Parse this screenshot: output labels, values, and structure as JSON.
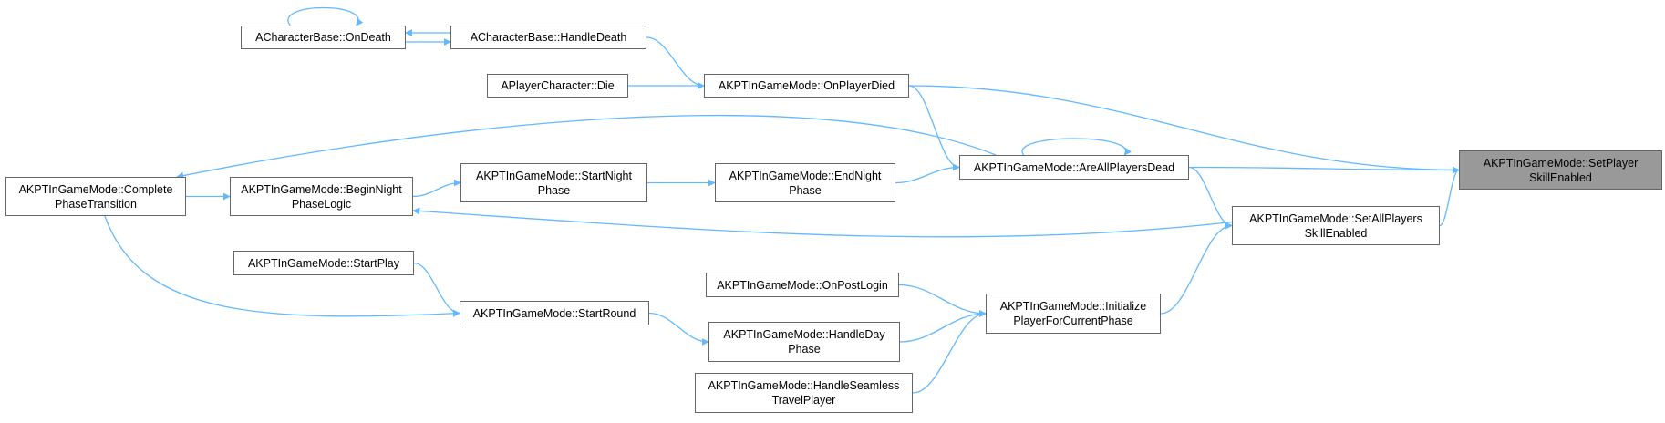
{
  "diagram": {
    "edge_color": "#63b8ff",
    "node_border_color": "#666666",
    "highlight_fill": "#999999",
    "nodes": [
      {
        "id": "on_death",
        "label": "ACharacterBase::OnDeath"
      },
      {
        "id": "handle_death",
        "label": "ACharacterBase::HandleDeath"
      },
      {
        "id": "die",
        "label": "APlayerCharacter::Die"
      },
      {
        "id": "on_player_died",
        "label": "AKPTInGameMode::OnPlayerDied"
      },
      {
        "id": "complete_phase",
        "label": "AKPTInGameMode::Complete\nPhaseTransition"
      },
      {
        "id": "begin_night",
        "label": "AKPTInGameMode::BeginNight\nPhaseLogic"
      },
      {
        "id": "start_night",
        "label": "AKPTInGameMode::StartNight\nPhase"
      },
      {
        "id": "end_night",
        "label": "AKPTInGameMode::EndNight\nPhase"
      },
      {
        "id": "are_all_dead",
        "label": "AKPTInGameMode::AreAllPlayersDead"
      },
      {
        "id": "set_player_skill",
        "label": "AKPTInGameMode::SetPlayer\nSkillEnabled",
        "highlight": true
      },
      {
        "id": "set_all_skill",
        "label": "AKPTInGameMode::SetAllPlayers\nSkillEnabled"
      },
      {
        "id": "start_play",
        "label": "AKPTInGameMode::StartPlay"
      },
      {
        "id": "start_round",
        "label": "AKPTInGameMode::StartRound"
      },
      {
        "id": "on_post_login",
        "label": "AKPTInGameMode::OnPostLogin"
      },
      {
        "id": "init_player",
        "label": "AKPTInGameMode::Initialize\nPlayerForCurrentPhase"
      },
      {
        "id": "handle_day",
        "label": "AKPTInGameMode::HandleDay\nPhase"
      },
      {
        "id": "handle_seamless",
        "label": "AKPTInGameMode::HandleSeamless\nTravelPlayer"
      }
    ],
    "edges": [
      {
        "from": "on_death",
        "to": "on_death"
      },
      {
        "from": "handle_death",
        "to": "on_death"
      },
      {
        "from": "on_death",
        "to": "handle_death"
      },
      {
        "from": "handle_death",
        "to": "on_player_died"
      },
      {
        "from": "die",
        "to": "on_player_died"
      },
      {
        "from": "on_player_died",
        "to": "set_player_skill"
      },
      {
        "from": "on_player_died",
        "to": "are_all_dead"
      },
      {
        "from": "are_all_dead",
        "to": "are_all_dead"
      },
      {
        "from": "are_all_dead",
        "to": "complete_phase"
      },
      {
        "from": "are_all_dead",
        "to": "set_player_skill"
      },
      {
        "from": "are_all_dead",
        "to": "set_all_skill"
      },
      {
        "from": "end_night",
        "to": "are_all_dead"
      },
      {
        "from": "start_night",
        "to": "end_night"
      },
      {
        "from": "begin_night",
        "to": "start_night"
      },
      {
        "from": "complete_phase",
        "to": "begin_night"
      },
      {
        "from": "set_all_skill",
        "to": "begin_night"
      },
      {
        "from": "set_all_skill",
        "to": "set_player_skill"
      },
      {
        "from": "complete_phase",
        "to": "start_round"
      },
      {
        "from": "start_play",
        "to": "start_round"
      },
      {
        "from": "start_round",
        "to": "handle_day"
      },
      {
        "from": "handle_day",
        "to": "init_player"
      },
      {
        "from": "on_post_login",
        "to": "init_player"
      },
      {
        "from": "handle_seamless",
        "to": "init_player"
      },
      {
        "from": "init_player",
        "to": "set_all_skill"
      }
    ]
  }
}
